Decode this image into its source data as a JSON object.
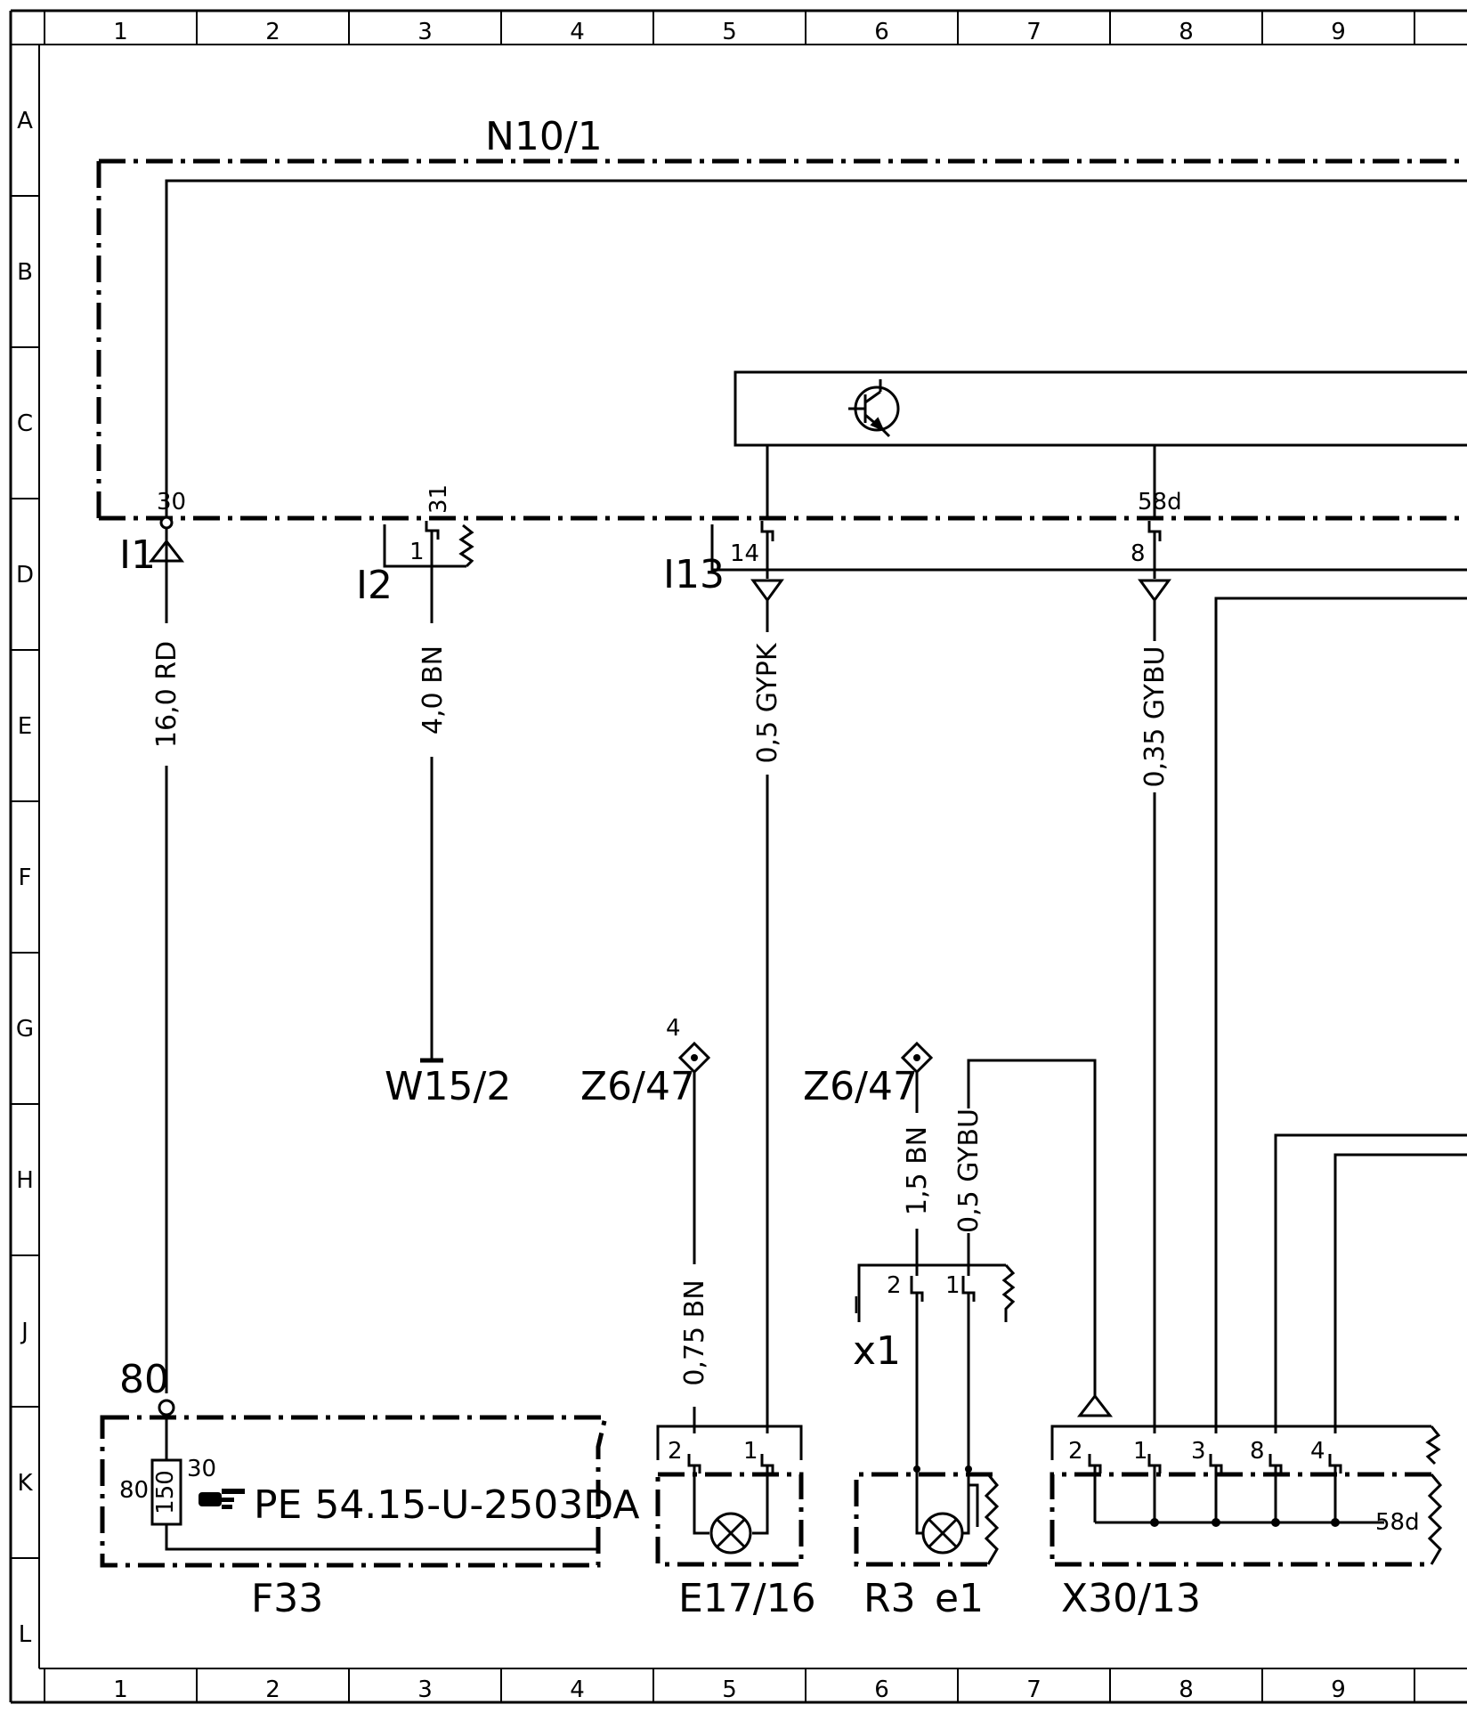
{
  "grid": {
    "columns": [
      "1",
      "2",
      "3",
      "4",
      "5",
      "6",
      "7",
      "8",
      "9"
    ],
    "rows": [
      "A",
      "B",
      "C",
      "D",
      "E",
      "F",
      "G",
      "H",
      "J",
      "K",
      "L"
    ]
  },
  "components": {
    "control_unit": "N10/1",
    "fuse_box": "F33",
    "lamp": "E17/16",
    "rheostat_a": "R3",
    "rheostat_b": "e1",
    "connector_block": "X30/13",
    "ground_w15": "W15/2",
    "ground_z6_left": "Z6/47",
    "ground_z6_right": "Z6/47"
  },
  "connectors": {
    "i1": "I1",
    "i2": "I2",
    "i13": "I13",
    "x1": "x1",
    "x1_marker": "I"
  },
  "pins": {
    "n10_30": "30",
    "n10_31": "31",
    "n10_58d": "58d",
    "i2_1": "1",
    "i13_14": "14",
    "i13_8": "8",
    "f33_80_top": "80",
    "f33_80": "80",
    "f33_30": "30",
    "f33_150": "150",
    "z6_left_pin": "4",
    "e17_2": "2",
    "e17_1": "1",
    "x1_2": "2",
    "x1_1": "1",
    "x30_2": "2",
    "x30_1": "1",
    "x30_3": "3",
    "x30_8": "8",
    "x30_4": "4",
    "x30_58d": "58d"
  },
  "wires": {
    "w_30": "16,0 RD",
    "w_31": "4,0 BN",
    "w_14": "0,5 GYPK",
    "w_8": "0,35 GYBU",
    "w_z6_left": "0,75 BN",
    "w_z6_right": "1,5 BN",
    "w_x1_1": "0,5 GYBU"
  },
  "reference": {
    "icon": "pointing-hand-icon",
    "text": "PE 54.15-U-2503DA"
  }
}
